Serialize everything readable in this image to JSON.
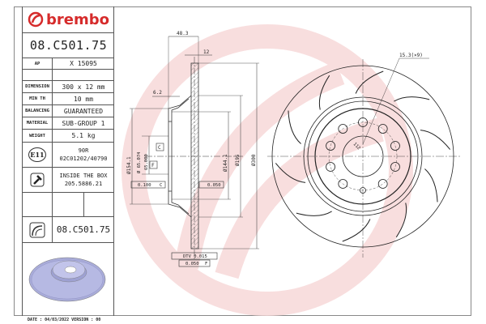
{
  "brand": {
    "name": "brembo",
    "color": "#d62b2b",
    "watermark_color": "#f6d3d3"
  },
  "part_number": "08.C501.75",
  "specs": [
    {
      "label": "AP",
      "value": "X 15095"
    },
    {
      "label": "DIMENSION",
      "value": "300 x 12 mm"
    },
    {
      "label": "MIN TH",
      "value": "10 mm"
    },
    {
      "label": "BALANCING",
      "value": "GUARANTEED"
    },
    {
      "label": "MATERIAL",
      "value": "SUB-GROUP 1"
    },
    {
      "label": "WEIGHT",
      "value": "5.1 kg"
    }
  ],
  "approval": {
    "mark": "E11",
    "line1": "90R",
    "line2": "02C01202/40790"
  },
  "inside_box": {
    "line1": "INSIDE THE BOX",
    "line2": "205.5886.21"
  },
  "footer": {
    "date_label": "DATE : 04/03/2022 VERSION : 00"
  },
  "dimensions": {
    "width_overall": "48.3",
    "thickness": "12",
    "offset": "6.2",
    "d154": "Ø154.1",
    "d65": "Ø 65.074",
    "d65b": "65.000",
    "d144": "Ø144.1",
    "d195": "Ø195",
    "d300": "Ø300",
    "datum_c": "C",
    "datum_f": "F",
    "parallel": "0.100",
    "parallel_ref": "C",
    "flat": "0.050",
    "dtv": "DTV 0.015",
    "runout": "0.050",
    "runout_ref": "F",
    "holes": "15.3(×9)",
    "pcd": "112"
  }
}
